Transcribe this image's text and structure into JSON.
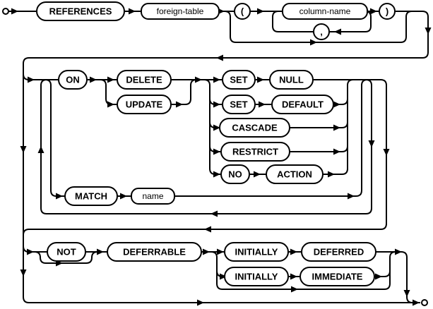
{
  "diagram": {
    "kind": "railroad-syntax-diagram",
    "colors": {
      "line": "#000000",
      "background": "#ffffff",
      "node_fill": "#ffffff",
      "text": "#000000"
    },
    "nodes": {
      "references": {
        "label": "REFERENCES",
        "type": "keyword"
      },
      "foreign_table": {
        "label": "foreign-table",
        "type": "nonterminal"
      },
      "open_paren": {
        "label": "(",
        "type": "punctuation"
      },
      "column_name": {
        "label": "column-name",
        "type": "nonterminal"
      },
      "comma": {
        "label": ",",
        "type": "punctuation"
      },
      "close_paren": {
        "label": ")",
        "type": "punctuation"
      },
      "on": {
        "label": "ON",
        "type": "keyword"
      },
      "delete": {
        "label": "DELETE",
        "type": "keyword"
      },
      "update": {
        "label": "UPDATE",
        "type": "keyword"
      },
      "set_null_set": {
        "label": "SET",
        "type": "keyword"
      },
      "null": {
        "label": "NULL",
        "type": "keyword"
      },
      "set_default_set": {
        "label": "SET",
        "type": "keyword"
      },
      "default": {
        "label": "DEFAULT",
        "type": "keyword"
      },
      "cascade": {
        "label": "CASCADE",
        "type": "keyword"
      },
      "restrict": {
        "label": "RESTRICT",
        "type": "keyword"
      },
      "no": {
        "label": "NO",
        "type": "keyword"
      },
      "action": {
        "label": "ACTION",
        "type": "keyword"
      },
      "match": {
        "label": "MATCH",
        "type": "keyword"
      },
      "match_name": {
        "label": "name",
        "type": "nonterminal"
      },
      "not": {
        "label": "NOT",
        "type": "keyword"
      },
      "deferrable": {
        "label": "DEFERRABLE",
        "type": "keyword"
      },
      "initially_deferred": {
        "label": "INITIALLY",
        "type": "keyword"
      },
      "deferred": {
        "label": "DEFERRED",
        "type": "keyword"
      },
      "initially_immediate": {
        "label": "INITIALLY",
        "type": "keyword"
      },
      "immediate": {
        "label": "IMMEDIATE",
        "type": "keyword"
      }
    }
  }
}
